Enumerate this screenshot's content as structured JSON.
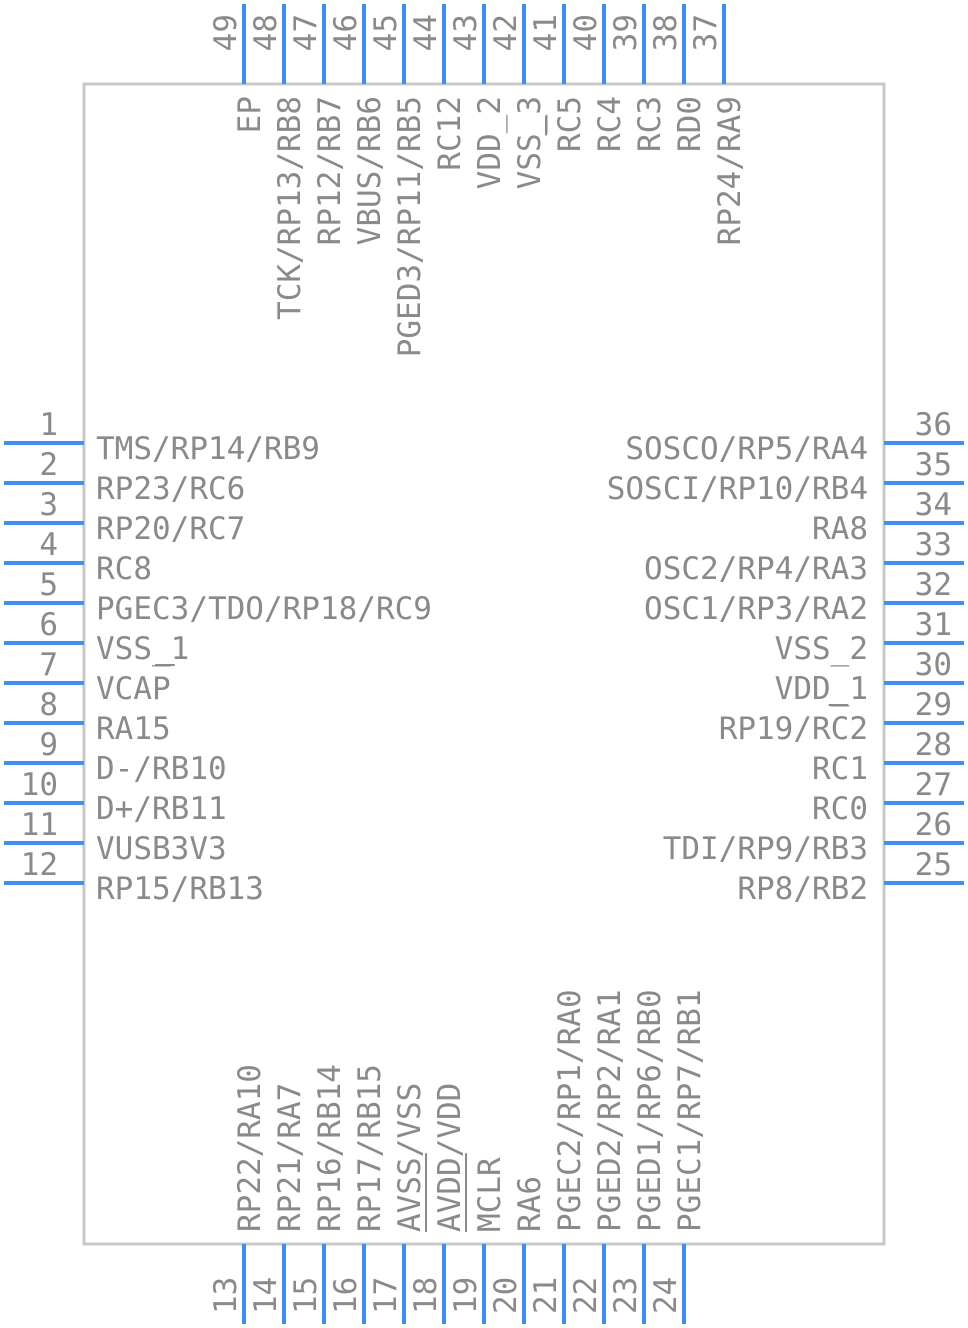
{
  "colors": {
    "pin": "#3f8cf2",
    "outline": "#c8c8c8",
    "text": "#8a8a8a"
  },
  "pins": {
    "left": [
      {
        "num": "1",
        "label": "TMS/RP14/RB9"
      },
      {
        "num": "2",
        "label": "RP23/RC6"
      },
      {
        "num": "3",
        "label": "RP20/RC7"
      },
      {
        "num": "4",
        "label": "RC8"
      },
      {
        "num": "5",
        "label": "PGEC3/TDO/RP18/RC9"
      },
      {
        "num": "6",
        "label": "VSS_1"
      },
      {
        "num": "7",
        "label": "VCAP"
      },
      {
        "num": "8",
        "label": "RA15"
      },
      {
        "num": "9",
        "label": "D-/RB10"
      },
      {
        "num": "10",
        "label": "D+/RB11"
      },
      {
        "num": "11",
        "label": "VUSB3V3"
      },
      {
        "num": "12",
        "label": "RP15/RB13"
      }
    ],
    "right": [
      {
        "num": "36",
        "label": "SOSCO/RP5/RA4"
      },
      {
        "num": "35",
        "label": "SOSCI/RP10/RB4"
      },
      {
        "num": "34",
        "label": "RA8"
      },
      {
        "num": "33",
        "label": "OSC2/RP4/RA3"
      },
      {
        "num": "32",
        "label": "OSC1/RP3/RA2"
      },
      {
        "num": "31",
        "label": "VSS_2"
      },
      {
        "num": "30",
        "label": "VDD_1"
      },
      {
        "num": "29",
        "label": "RP19/RC2"
      },
      {
        "num": "28",
        "label": "RC1"
      },
      {
        "num": "27",
        "label": "RC0"
      },
      {
        "num": "26",
        "label": "TDI/RP9/RB3"
      },
      {
        "num": "25",
        "label": "RP8/RB2"
      }
    ],
    "top": [
      {
        "num": "49",
        "label": "EP"
      },
      {
        "num": "48",
        "label": "TCK/RP13/RB8"
      },
      {
        "num": "47",
        "label": "RP12/RB7"
      },
      {
        "num": "46",
        "label": "VBUS/RB6"
      },
      {
        "num": "45",
        "label": "PGED3/RP11/RB5"
      },
      {
        "num": "44",
        "label": "RC12"
      },
      {
        "num": "43",
        "label": "VDD_2"
      },
      {
        "num": "42",
        "label": "VSS_3"
      },
      {
        "num": "41",
        "label": "RC5"
      },
      {
        "num": "40",
        "label": "RC4"
      },
      {
        "num": "39",
        "label": "RC3"
      },
      {
        "num": "38",
        "label": "RD0"
      },
      {
        "num": "37",
        "label": "RP24/RA9"
      }
    ],
    "bottom": [
      {
        "num": "13",
        "label": "RP22/RA10"
      },
      {
        "num": "14",
        "label": "RP21/RA7"
      },
      {
        "num": "15",
        "label": "RP16/RB14"
      },
      {
        "num": "16",
        "label": "RP17/RB15"
      },
      {
        "num": "17",
        "label": "AVSS/VSS"
      },
      {
        "num": "18",
        "label": "AVDD/VDD"
      },
      {
        "num": "19",
        "label": "MCLR"
      },
      {
        "num": "20",
        "label": "RA6"
      },
      {
        "num": "21",
        "label": "PGEC2/RP1/RA0"
      },
      {
        "num": "22",
        "label": "PGED2/RP2/RA1"
      },
      {
        "num": "23",
        "label": "PGED1/RP6/RB0"
      },
      {
        "num": "24",
        "label": "PGEC1/RP7/RB1"
      }
    ]
  }
}
